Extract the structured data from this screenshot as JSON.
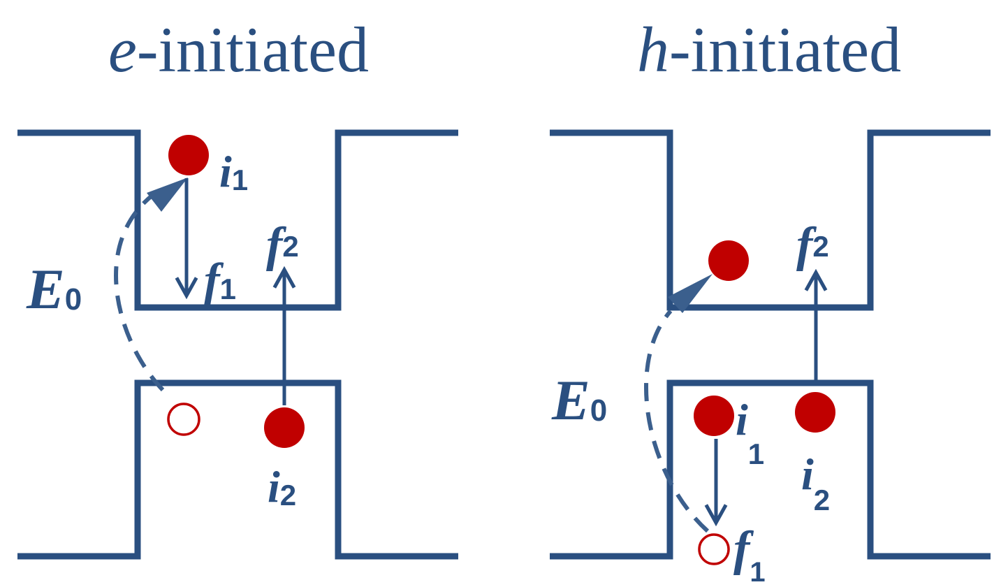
{
  "panels": [
    {
      "title_italic": "e",
      "title_rest": "-initiated",
      "energy": {
        "symbol": "E",
        "sub": "0"
      },
      "states": {
        "i1": {
          "letter": "i",
          "sub": "1"
        },
        "f1": {
          "letter": "f",
          "sub": "1"
        },
        "i2": {
          "letter": "i",
          "sub": "2"
        },
        "f2": {
          "letter": "f",
          "sub": "2"
        }
      }
    },
    {
      "title_italic": "h",
      "title_rest": "-initiated",
      "energy": {
        "symbol": "E",
        "sub": "0"
      },
      "states": {
        "i1": {
          "letter": "i",
          "sub": "1"
        },
        "f1": {
          "letter": "f",
          "sub": "1"
        },
        "i2": {
          "letter": "i",
          "sub": "2"
        },
        "f2": {
          "letter": "f",
          "sub": "2"
        }
      }
    }
  ],
  "colors": {
    "line": "#2a4f80",
    "particle": "#c00000"
  }
}
